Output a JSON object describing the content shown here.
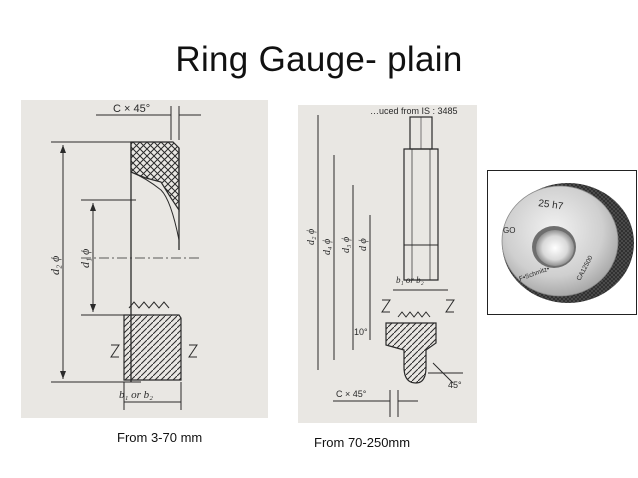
{
  "slide": {
    "title": "Ring Gauge- plain",
    "captions": {
      "left": "From 3-70 mm",
      "middle": "From 70-250mm"
    }
  },
  "figure_left": {
    "chamfer_label": "C × 45°",
    "d2_label": "d₂ ϕ",
    "d1_label": "d₁ ϕ",
    "width_label": "b₁ or b₂"
  },
  "figure_middle": {
    "header_fragment": "…uced from IS : 3485",
    "d2_label": "d₂ ϕ",
    "d4_label": "d₄ ϕ",
    "d3_label": "d₃ ϕ",
    "d_label": "d ϕ",
    "width_label": "b₁ or b₂",
    "angle_small": "10°",
    "angle_large": "45°",
    "chamfer_label": "C × 45°"
  },
  "figure_photo": {
    "size_mark": "25 h7",
    "go_mark": "GO",
    "serial_mark": "CA12500",
    "brand_mark": "F•Schmitz•"
  },
  "colors": {
    "paper": "#e9e7e3",
    "ink": "#2a2a2a",
    "metal": "#c9c9c9",
    "knurl": "#2b2b2b"
  }
}
